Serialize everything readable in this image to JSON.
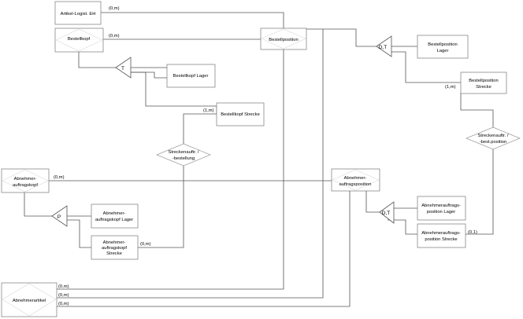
{
  "entities": {
    "artikel_logist_eh": "Artikel-Logist. EH",
    "bestellkopf": "Bestellkopf",
    "bestellposition": "Bestellposition",
    "bestellposition_lager": [
      "Bestellposition",
      "Lager"
    ],
    "bestellposition_strecke": [
      "Bestellposition",
      "Strecke"
    ],
    "bestellkopf_lager": "Bestellkopf Lager",
    "bestellkopf_strecke": "Bestellkopf Strecke",
    "abnehmerauftragskopf": [
      "Abnehmer-",
      "auftragskopf"
    ],
    "abnehmerauftragskopf_lager": [
      "Abnehmer-",
      "auftragskopf Lager"
    ],
    "abnehmerauftragskopf_strecke": [
      "Abnehmer-",
      "auftragskopf",
      "Strecke"
    ],
    "abnehmerauftragsposition": [
      "Abnehmer-",
      "auftragsposition"
    ],
    "abnehmerauftragsposition_lager": [
      "Abnehmerauftrags-",
      "position Lager"
    ],
    "abnehmerauftragsposition_strecke": [
      "Abnehmerauftrags-",
      "position Strecke"
    ],
    "abnehmerartikel": "Abnehmerartikel"
  },
  "relationships": {
    "streckenauftr_bestellung": [
      "Streckenauftr. /",
      "-bestellung"
    ],
    "streckenauftr_best_position": [
      "Streckenauftr. /",
      "-best.position"
    ]
  },
  "specializations": {
    "bestellposition": "D,T",
    "bestellkopf": "T",
    "abnehmerauftragskopf": "P",
    "abnehmerauftragsposition": "D,T"
  },
  "cardinalities": {
    "artikel_logist": "(0,m)",
    "bestellkopf": "(0,m)",
    "bestellposition_strecke": "(1,m)",
    "bestellkopf_strecke": "(1,m)",
    "abnehmerauftragskopf": "(0,m)",
    "abnehmerauftragskopf_strecke": "(0,m)",
    "abnehmerauftragsposition_strecke": "(0,1)",
    "abnehmerartikel_1": "(0,m)",
    "abnehmerartikel_2": "(0,m)",
    "abnehmerartikel_3": "(0,m)"
  }
}
